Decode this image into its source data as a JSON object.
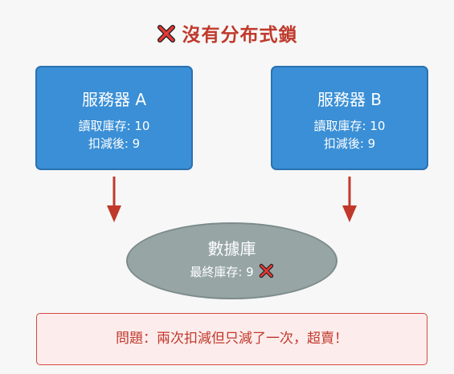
{
  "title": {
    "icon": "x-mark-icon",
    "text": "沒有分布式鎖",
    "color": "#c0392b"
  },
  "servers": [
    {
      "name": "服務器 A",
      "read_line": "讀取庫存: 10",
      "after_line": "扣減後: 9"
    },
    {
      "name": "服務器 B",
      "read_line": "讀取庫存: 10",
      "after_line": "扣減後: 9"
    }
  ],
  "database": {
    "name": "數據庫",
    "final_line": "最終庫存: 9",
    "status_icon": "x-mark-icon"
  },
  "problem": {
    "text": "問題：兩次扣減但只減了一次，超賣！"
  },
  "colors": {
    "server_fill": "#3a8fd6",
    "database_fill": "#97a6a5",
    "arrow": "#c0392b",
    "problem_bg": "#fdecec",
    "problem_border": "#d24a3f"
  }
}
